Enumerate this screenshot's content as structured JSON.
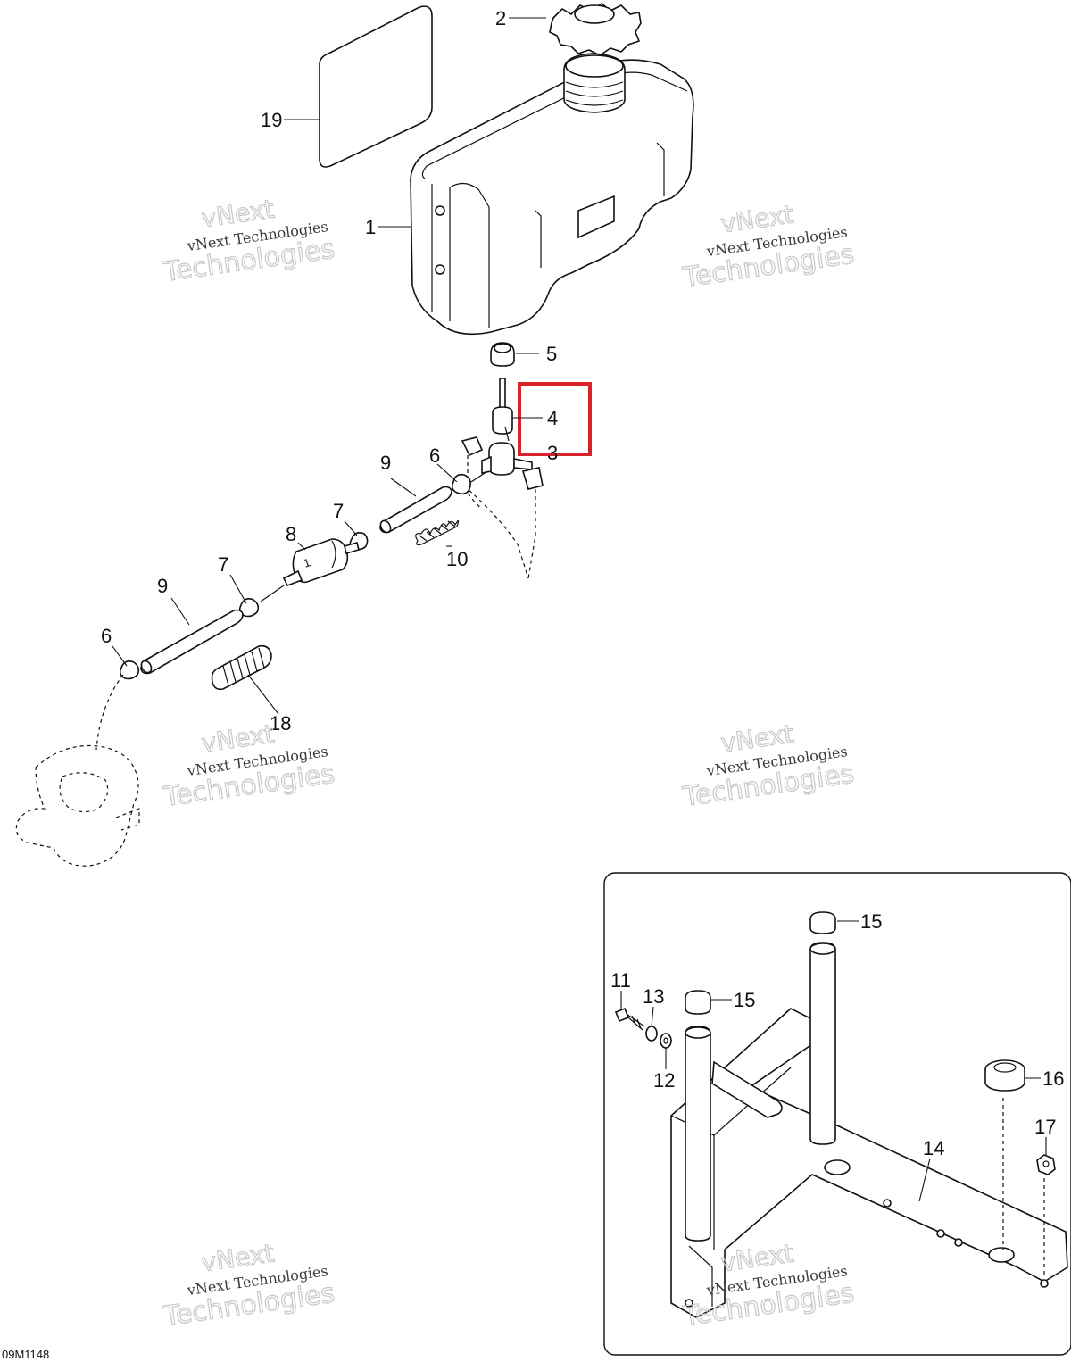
{
  "diagram": {
    "reference_code": "09M1148",
    "highlight_color": "#d9232a",
    "callouts": [
      {
        "id": "c19",
        "label": "19"
      },
      {
        "id": "c2",
        "label": "2"
      },
      {
        "id": "c1",
        "label": "1"
      },
      {
        "id": "c5",
        "label": "5"
      },
      {
        "id": "c4",
        "label": "4"
      },
      {
        "id": "c3",
        "label": "3"
      },
      {
        "id": "c9a",
        "label": "9"
      },
      {
        "id": "c6a",
        "label": "6"
      },
      {
        "id": "c7a",
        "label": "7"
      },
      {
        "id": "c8",
        "label": "8"
      },
      {
        "id": "c10",
        "label": "10"
      },
      {
        "id": "c7b",
        "label": "7"
      },
      {
        "id": "c9b",
        "label": "9"
      },
      {
        "id": "c6b",
        "label": "6"
      },
      {
        "id": "c18",
        "label": "18"
      },
      {
        "id": "c15a",
        "label": "15"
      },
      {
        "id": "c11",
        "label": "11"
      },
      {
        "id": "c13",
        "label": "13"
      },
      {
        "id": "c15b",
        "label": "15"
      },
      {
        "id": "c12",
        "label": "12"
      },
      {
        "id": "c16",
        "label": "16"
      },
      {
        "id": "c17",
        "label": "17"
      },
      {
        "id": "c14",
        "label": "14"
      }
    ]
  },
  "watermark": {
    "top_text": "vNext",
    "line1": "vNext Technologies",
    "line2": "Technologies"
  }
}
